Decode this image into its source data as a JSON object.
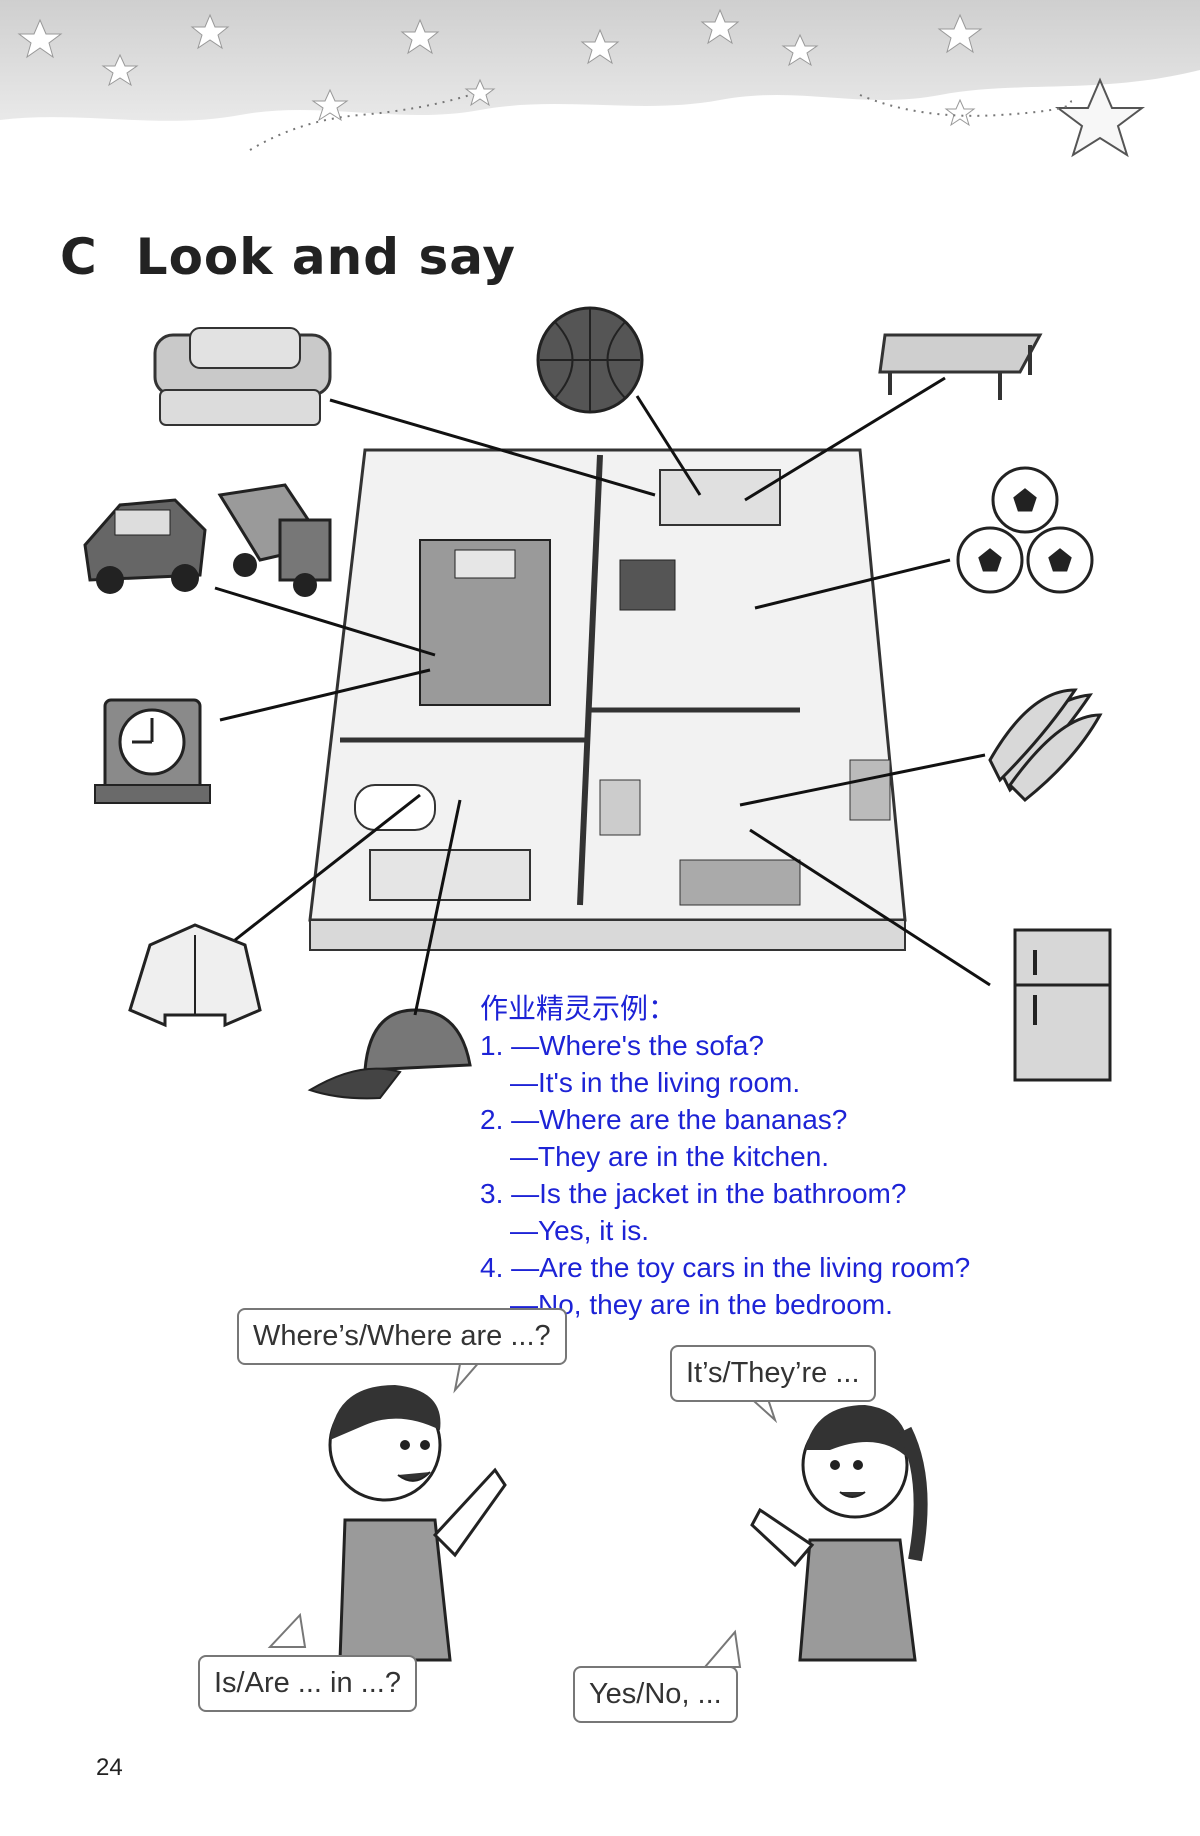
{
  "header": {
    "section_letter": "C",
    "section_title": "Look and say"
  },
  "scene": {
    "items": [
      "sofa-icon",
      "basketball-icon",
      "table-icon",
      "car-icon",
      "truck-icon",
      "footballs-icon",
      "clock-icon",
      "bananas-icon",
      "jacket-icon",
      "cap-icon",
      "fridge-icon"
    ]
  },
  "answers": {
    "heading": "作业精灵示例：",
    "lines": [
      "1. —Where's the sofa?",
      "—It's in the living room.",
      "2. —Where are the bananas?",
      "—They are in the kitchen.",
      "3. —Is the jacket in the bathroom?",
      "—Yes, it is.",
      "4. —Are the toy cars in the living room?",
      "—No, they are in the bedroom."
    ]
  },
  "bubbles": {
    "ask_where": "Where’s/Where are ...?",
    "answer_its": "It’s/They’re ...",
    "ask_is_are": "Is/Are ... in ...?",
    "answer_yes_no": "Yes/No, ..."
  },
  "footer": {
    "page_number": "24"
  }
}
